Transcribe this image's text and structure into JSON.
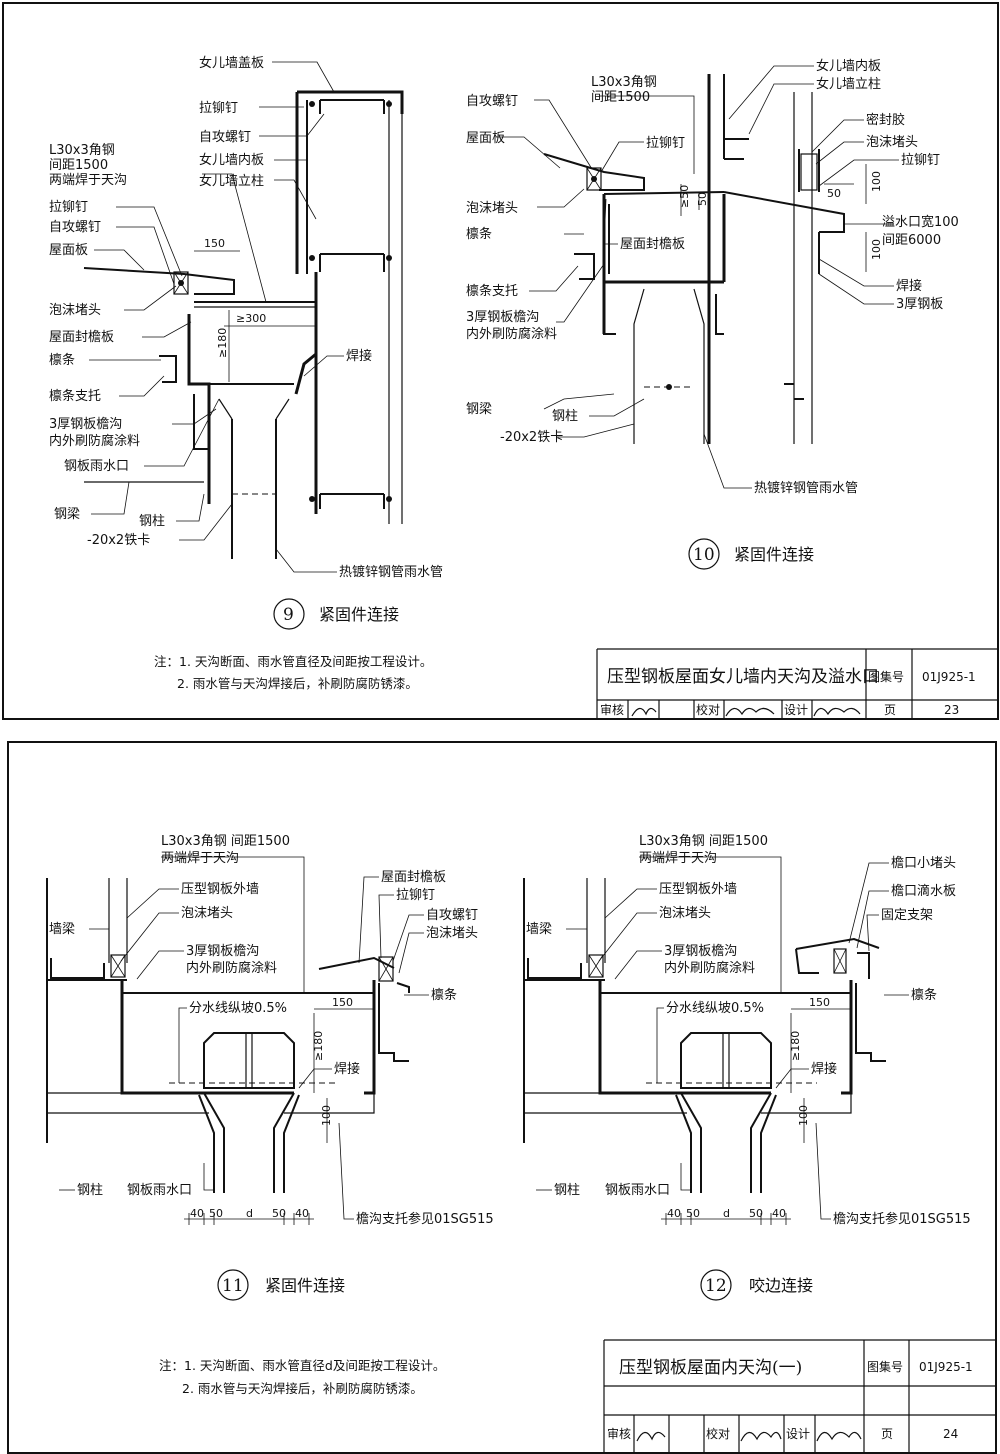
{
  "sheet1": {
    "d9": {
      "labels": {
        "parapet_cap": "女儿墙盖板",
        "rivet1": "拉铆钉",
        "self_screw": "自攻螺钉",
        "inner_board": "女儿墙内板",
        "parapet_post": "女儿墙立柱",
        "angle1": "L30x3角钢",
        "angle2": "间距1500",
        "angle3": "两端焊于天沟",
        "rivet2": "拉铆钉",
        "self_screw2": "自攻螺钉",
        "roof_board": "屋面板",
        "foam": "泡沫堵头",
        "eave_board": "屋面封檐板",
        "purlin": "檩条",
        "purlin_support": "檩条支托",
        "gutter1": "3厚钢板檐沟",
        "gutter2": "内外刷防腐涂料",
        "outlet": "钢板雨水口",
        "beam": "钢梁",
        "column": "钢柱",
        "clip": "-20x2铁卡",
        "weld": "焊接",
        "pipe": "热镀锌钢管雨水管"
      },
      "dims": {
        "d150": "150",
        "d300": "≥300",
        "d180": "≥180"
      },
      "caption": {
        "num": "9",
        "text": "紧固件连接"
      }
    },
    "d10": {
      "labels": {
        "angle1": "L30x3角钢",
        "angle2": "间距1500",
        "self_screw": "自攻螺钉",
        "roof_board": "屋面板",
        "rivet": "拉铆钉",
        "foam": "泡沫堵头",
        "eave_board": "屋面封檐板",
        "purlin": "檩条",
        "purlin_support": "檩条支托",
        "gutter1": "3厚钢板檐沟",
        "gutter2": "内外刷防腐涂料",
        "beam": "钢梁",
        "column": "钢柱",
        "clip": "-20x2铁卡",
        "pipe": "热镀锌钢管雨水管",
        "inner_board": "女儿墙内板",
        "parapet_post": "女儿墙立柱",
        "sealant": "密封胶",
        "foam2": "泡沫堵头",
        "rivet2": "拉铆钉",
        "overflow1": "溢水口宽100",
        "overflow2": "间距6000",
        "weld": "焊接",
        "plate": "3厚钢板"
      },
      "dims": {
        "d50a": "≥50",
        "d50b": "50",
        "d50c": "50",
        "d100a": "100",
        "d100b": "100"
      },
      "caption": {
        "num": "10",
        "text": "紧固件连接"
      }
    },
    "notes": [
      "注：1. 天沟断面、雨水管直径及间距按工程设计。",
      "2. 雨水管与天沟焊接后，补刷防腐防锈漆。"
    ],
    "titleblock": {
      "title": "压型钢板屋面女儿墙内天沟及溢水口",
      "atlas_label": "图集号",
      "atlas_no": "01J925-1",
      "review": "审核",
      "check": "校对",
      "design": "设计",
      "page_label": "页",
      "page_no": "23"
    }
  },
  "sheet2": {
    "d11": {
      "labels": {
        "angle1": "L30x3角钢  间距1500",
        "angle2": "两端焊于天沟",
        "wall": "压型钢板外墙",
        "wall_beam": "墙梁",
        "foam": "泡沫堵头",
        "gutter1": "3厚钢板檐沟",
        "gutter2": "内外刷防腐涂料",
        "eave_board": "屋面封檐板",
        "rivet": "拉铆钉",
        "self_screw": "自攻螺钉",
        "foam2": "泡沫堵头",
        "purlin": "檩条",
        "slope": "分水线纵坡0.5%",
        "weld": "焊接",
        "column": "钢柱",
        "outlet": "钢板雨水口",
        "support": "檐沟支托参见01SG515"
      },
      "dims": {
        "d150": "150",
        "d180": "≥180",
        "d100": "100",
        "a": "40",
        "b": "50",
        "d": "d",
        "c": "50",
        "e": "40"
      },
      "caption": {
        "num": "11",
        "text": "紧固件连接"
      }
    },
    "d12": {
      "labels": {
        "angle1": "L30x3角钢  间距1500",
        "angle2": "两端焊于天沟",
        "wall": "压型钢板外墙",
        "wall_beam": "墙梁",
        "foam": "泡沫堵头",
        "gutter1": "3厚钢板檐沟",
        "gutter2": "内外刷防腐涂料",
        "small_cap": "檐口小堵头",
        "drip": "檐口滴水板",
        "bracket": "固定支架",
        "purlin": "檩条",
        "slope": "分水线纵坡0.5%",
        "weld": "焊接",
        "column": "钢柱",
        "outlet": "钢板雨水口",
        "support": "檐沟支托参见01SG515"
      },
      "dims": {
        "d150": "150",
        "d180": "≥180",
        "d100": "100",
        "a": "40",
        "b": "50",
        "d": "d",
        "c": "50",
        "e": "40"
      },
      "caption": {
        "num": "12",
        "text": "咬边连接"
      }
    },
    "notes": [
      "注：1. 天沟断面、雨水管直径d及间距按工程设计。",
      "2. 雨水管与天沟焊接后，补刷防腐防锈漆。"
    ],
    "titleblock": {
      "title": "压型钢板屋面内天沟(一)",
      "atlas_label": "图集号",
      "atlas_no": "01J925-1",
      "review": "审核",
      "check": "校对",
      "design": "设计",
      "page_label": "页",
      "page_no": "24"
    }
  }
}
